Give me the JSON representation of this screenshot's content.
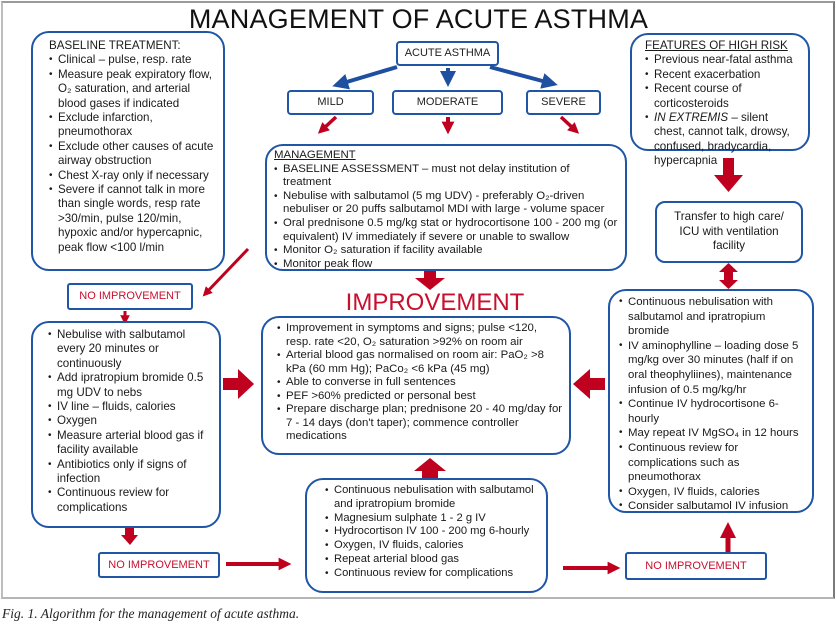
{
  "title": "MANAGEMENT OF ACUTE ASTHMA",
  "acute_asthma": "ACUTE ASTHMA",
  "severity": {
    "mild": "MILD",
    "moderate": "MODERATE",
    "severe": "SEVERE"
  },
  "baseline": {
    "heading": "BASELINE TREATMENT:",
    "items": [
      "Clinical – pulse, resp. rate",
      "Measure peak expiratory flow, O₂ saturation, and arterial blood gases if indicated",
      "Exclude infarction, pneumothorax",
      "Exclude other causes of acute airway obstruction",
      "Chest X-ray only if necessary",
      "Severe if cannot talk in more than single words, resp rate >30/min, pulse 120/min, hypoxic and/or hypercapnic, peak flow <100 l/min"
    ]
  },
  "high_risk": {
    "heading": "FEATURES OF HIGH RISK",
    "items": [
      "Previous near-fatal asthma",
      "Recent exacerbation",
      "Recent course of corticosteroids"
    ],
    "extremis_label": "IN EXTREMIS",
    "extremis_text": " – silent chest, cannot talk, drowsy, confused, bradycardia, hypercapnia"
  },
  "management": {
    "heading": "MANAGEMENT",
    "items": [
      "BASELINE ASSESSMENT – must not delay institution of treatment",
      "Nebulise with salbutamol (5 mg UDV) - preferably O₂-driven nebuliser or 20 puffs salbutamol MDI with large - volume spacer",
      "Oral prednisone 0.5 mg/kg stat or hydrocortisone 100 - 200 mg (or equivalent) IV immediately if severe or unable to swallow",
      "Monitor O₂ saturation if facility available",
      "Monitor peak flow"
    ]
  },
  "transfer": "Transfer to high care/ ICU with ventilation facility",
  "no_improvement_label": "NO IMPROVEMENT",
  "improvement": {
    "title": "IMPROVEMENT",
    "items": [
      "Improvement in symptoms and signs; pulse <120, resp. rate <20, O₂ saturation >92% on room air",
      "Arterial blood gas normalised on room air: PaO₂ >8 kPa (60 mm Hg); PaCo₂ <6 kPa (45 mg)",
      "Able to converse in full sentences",
      "PEF >60% predicted or personal best",
      "Prepare discharge plan; prednisone 20 - 40 mg/day for 7 - 14 days (don't taper); commence controller medications"
    ]
  },
  "step2_left": {
    "items": [
      "Nebulise with salbutamol every 20 minutes or continuously",
      "Add ipratropium bromide 0.5 mg UDV to nebs",
      "IV line – fluids, calories",
      "Oxygen",
      "Measure arterial blood gas if facility available",
      "Antibiotics only if signs of infection",
      "Continuous review for complications"
    ]
  },
  "step3_bottom": {
    "items": [
      "Continuous nebulisation with salbutamol and ipratropium bromide",
      "Magnesium sulphate 1 - 2 g IV",
      "Hydrocortison IV 100 - 200 mg 6-hourly",
      "Oxygen, IV fluids, calories",
      "Repeat arterial blood gas",
      "Continuous review for complications"
    ]
  },
  "step4_right": {
    "items": [
      "Continuous nebulisation with salbutamol and ipratropium bromide",
      "IV aminophylline – loading dose 5 mg/kg over 30 minutes (half if on oral theophyliines), maintenance infusion of 0.5 mg/kg/hr",
      "Continue IV hydrocortisone 6-hourly",
      "May repeat IV MgSO₄ in 12 hours",
      "Continuous review for complications such as pneumothorax",
      "Oxygen, IV fluids, calories",
      "Consider salbutamol IV infusion"
    ]
  },
  "caption": "Fig. 1. Algorithm for the management of acute asthma.",
  "colors": {
    "box_border": "#1f56a5",
    "arrow_blue": "#1f4fa0",
    "arrow_red": "#c0001f",
    "alert_text": "#c8102e"
  }
}
